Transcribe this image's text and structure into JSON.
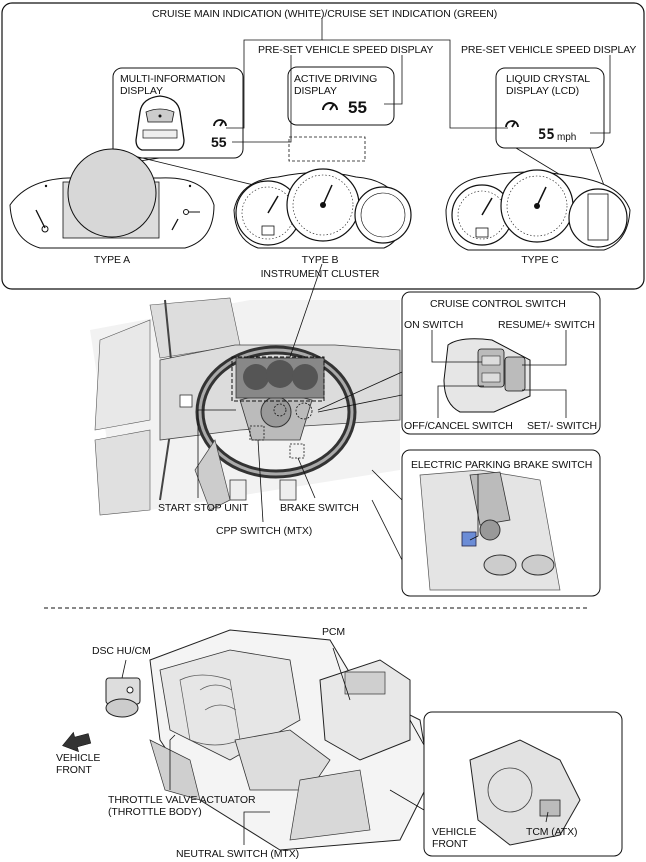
{
  "labels": {
    "cruise_indication": "CRUISE MAIN INDICATION (WHITE)/CRUISE SET INDICATION (GREEN)",
    "preset_speed_display_b": "PRE-SET VEHICLE SPEED DISPLAY",
    "preset_speed_display_c": "PRE-SET VEHICLE SPEED DISPLAY",
    "multi_info_display": "MULTI-INFORMATION DISPLAY",
    "active_driving_display": "ACTIVE DRIVING DISPLAY",
    "lcd": "LIQUID CRYSTAL DISPLAY (LCD)",
    "type_a": "TYPE A",
    "type_b": "TYPE B",
    "type_c": "TYPE C",
    "instrument_cluster": "INSTRUMENT CLUSTER",
    "cruise_control_switch": "CRUISE CONTROL SWITCH",
    "on_switch": "ON SWITCH",
    "resume_switch": "RESUME/+ SWITCH",
    "off_cancel_switch": "OFF/CANCEL SWITCH",
    "set_switch": "SET/- SWITCH",
    "epb_switch": "ELECTRIC PARKING BRAKE SWITCH",
    "start_stop_unit": "START STOP UNIT",
    "brake_switch": "BRAKE SWITCH",
    "cpp_switch": "CPP SWITCH (MTX)",
    "pcm": "PCM",
    "dsc": "DSC HU/CM",
    "vehicle_front_1": "VEHICLE FRONT",
    "vehicle_front_2": "VEHICLE FRONT",
    "throttle": "THROTTLE VALVE ACTUATOR (THROTTLE BODY)",
    "tcm": "TCM (ATX)",
    "neutral_switch": "NEUTRAL SWITCH (MTX)"
  },
  "readouts": {
    "mid_speed": "55",
    "add_speed": "55",
    "lcd_speed": "55",
    "lcd_unit": "mph"
  },
  "icons": {
    "cruise": "cruise-indicator-icon",
    "arrow": "vehicle-front-arrow-icon"
  }
}
